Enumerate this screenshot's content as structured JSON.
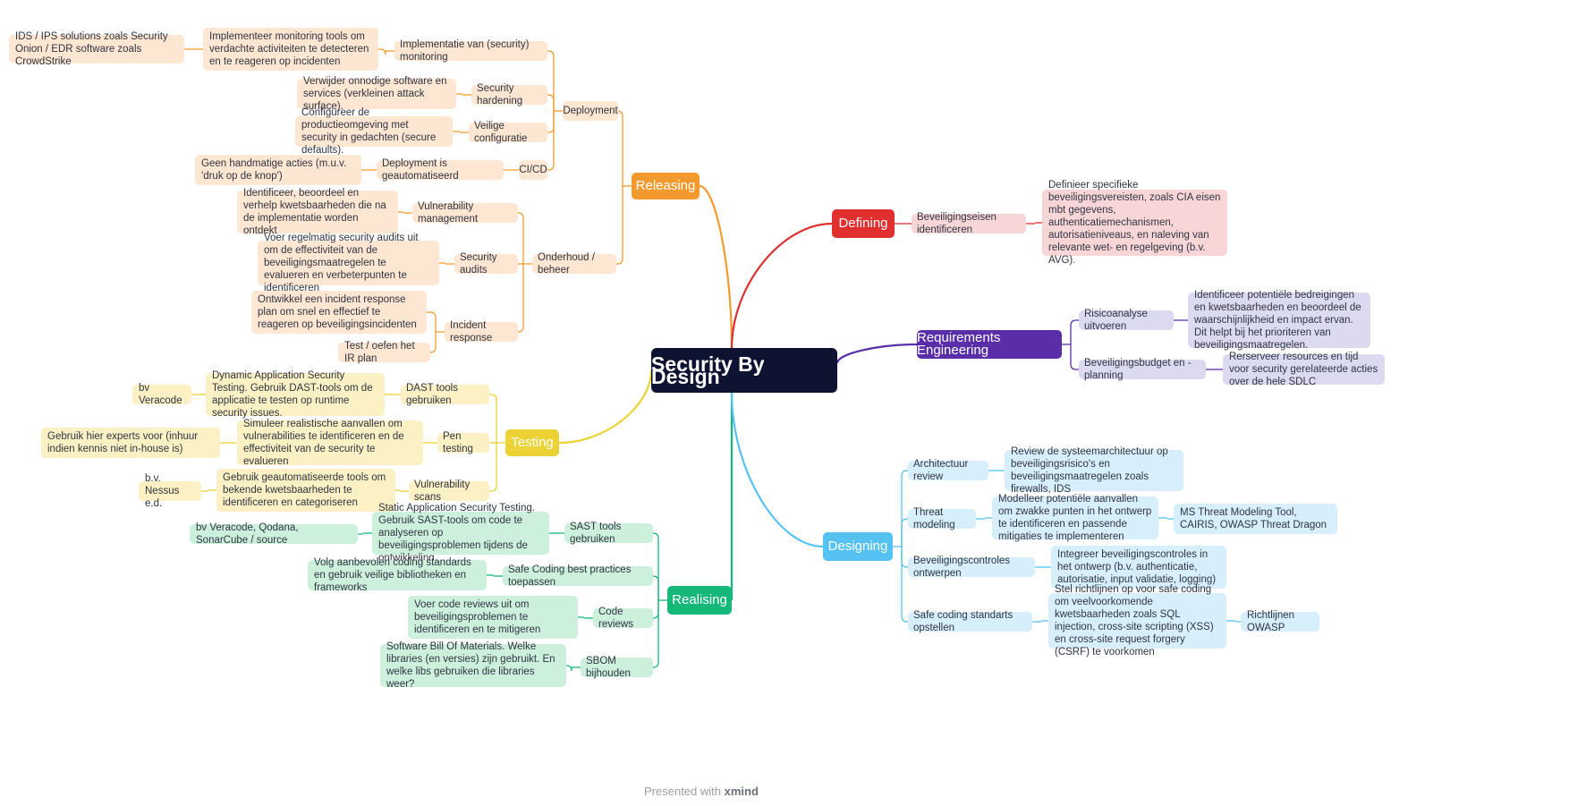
{
  "central": "Security By Design",
  "footer": {
    "prefix": "Presented with",
    "brand": "xmind"
  },
  "colors": {
    "releasing": "#f29a2e",
    "testing": "#ecd235",
    "realising": "#16b87a",
    "defining": "#e12f2f",
    "requirements": "#5a2ea8",
    "designing": "#55c2f2"
  },
  "releasing": {
    "label": "Releasing",
    "deployment": {
      "label": "Deployment",
      "monitoring": {
        "label": "Implementatie van (security) monitoring",
        "desc": "Implementeer monitoring tools om verdachte activiteiten te detecteren en te reageren op incidenten",
        "example": "IDS / IPS solutions zoals Security Onion / EDR software zoals CrowdStrike"
      },
      "hardening": {
        "label": "Security hardening",
        "desc": "Verwijder onnodige software en services (verkleinen attack surface)."
      },
      "config": {
        "label": "Veilige configuratie",
        "desc": "Configureer de productieomgeving met security in gedachten (secure defaults)."
      },
      "cicd": {
        "label": "CI/CD",
        "auto": "Deployment is geautomatiseerd",
        "desc": "Geen handmatige acties (m.u.v. 'druk op de knop')"
      }
    },
    "maintenance": {
      "label": "Onderhoud / beheer",
      "vuln": {
        "label": "Vulnerability management",
        "desc": "Identificeer, beoordeel en verhelp kwetsbaarheden die na de implementatie worden ontdekt"
      },
      "audits": {
        "label": "Security audits",
        "desc": "Voer regelmatig security audits uit om de effectiviteit van de beveiligingsmaatregelen te evalueren en verbeterpunten te identificeren"
      },
      "incident": {
        "label": "Incident response",
        "desc": "Ontwikkel een incident response plan om snel en effectief te reageren op beveiligingsincidenten",
        "test": "Test / oefen het IR plan"
      }
    }
  },
  "testing": {
    "label": "Testing",
    "dast": {
      "label": "DAST tools gebruiken",
      "desc": "Dynamic Application Security Testing. Gebruik DAST-tools om de applicatie te testen op runtime security issues.",
      "example": "bv Veracode"
    },
    "pen": {
      "label": "Pen testing",
      "desc": "Simuleer realistische aanvallen om vulnerabilities te identificeren en de effectiviteit van de security te evalueren",
      "example": "Gebruik hier experts voor (inhuur indien kennis niet in-house is)"
    },
    "scans": {
      "label": "Vulnerability scans",
      "desc": "Gebruik geautomatiseerde tools om bekende kwetsbaarheden te identificeren en categoriseren",
      "example": "b.v. Nessus e.d."
    }
  },
  "realising": {
    "label": "Realising",
    "sast": {
      "label": "SAST tools gebruiken",
      "desc": "Static Application Security Testing. Gebruik SAST-tools om code te analyseren op beveiligingsproblemen tijdens de ontwikkeling.",
      "example": "bv Veracode, Qodana, SonarCube / source"
    },
    "safe": {
      "label": "Safe Coding best practices toepassen",
      "desc": "Volg aanbevolen coding standards en gebruik veilige bibliotheken en frameworks"
    },
    "review": {
      "label": "Code reviews",
      "desc": "Voer code reviews uit om beveiligingsproblemen te identificeren en te mitigeren"
    },
    "sbom": {
      "label": "SBOM bijhouden",
      "desc": "Software Bill Of Materials. Welke libraries (en versies) zijn gebruikt. En welke libs gebruiken die libraries weer?"
    }
  },
  "defining": {
    "label": "Defining",
    "req": {
      "label": "Beveiligingseisen identificeren",
      "desc": "Definieer specifieke beveiligingsvereisten, zoals CIA eisen mbt gegevens, authenticatiemechanismen, autorisatieniveaus, en naleving van relevante wet- en regelgeving (b.v. AVG)."
    }
  },
  "requirements": {
    "label": "Requirements Engineering",
    "risk": {
      "label": "Risicoanalyse uitvoeren",
      "desc": "Identificeer potentiële bedreigingen en kwetsbaarheden en beoordeel de waarschijnlijkheid en impact ervan. Dit helpt bij het prioriteren van beveiligingsmaatregelen."
    },
    "budget": {
      "label": "Beveiligingsbudget en -planning",
      "desc": "Rerserveer resources en tijd voor security gerelateerde acties over de hele SDLC"
    }
  },
  "designing": {
    "label": "Designing",
    "arch": {
      "label": "Architectuur review",
      "desc": "Review de systeemarchitectuur op beveiligingsrisico's en beveiligingsmaatregelen zoals firewalls, IDS"
    },
    "threat": {
      "label": "Threat modeling",
      "desc": "Modelleer potentiële aanvallen om zwakke punten in het ontwerp te identificeren en passende mitigaties te implementeren",
      "tools": "MS Threat Modeling Tool, CAIRIS, OWASP Threat Dragon"
    },
    "controls": {
      "label": "Beveiligingscontroles ontwerpen",
      "desc": "Integreer beveiligingscontroles in het ontwerp (b.v. authenticatie, autorisatie, input validatie, logging)"
    },
    "coding": {
      "label": "Safe coding standarts opstellen",
      "desc": "Stel richtlijnen op voor safe coding om veelvoorkomende kwetsbaarheden zoals SQL injection, cross-site scripting (XSS) en cross-site request forgery (CSRF) te voorkomen",
      "owasp": "Richtlijnen OWASP"
    }
  }
}
